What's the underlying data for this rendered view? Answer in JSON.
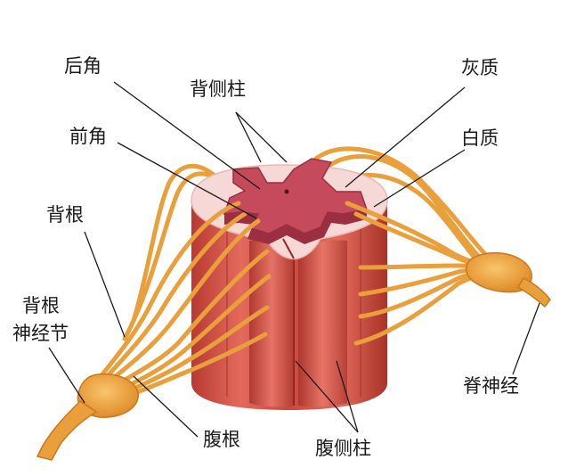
{
  "labels": {
    "posterior_horn": "后角",
    "dorsal_column": "背侧柱",
    "gray_matter": "灰质",
    "anterior_horn": "前角",
    "white_matter": "白质",
    "dorsal_root": "背根",
    "dorsal_root_ganglion_line1": "背根",
    "dorsal_root_ganglion_line2": "神经节",
    "spinal_nerve": "脊神经",
    "ventral_root": "腹根",
    "ventral_column": "腹侧柱"
  },
  "colors": {
    "nerve_fiber": "#e9a03c",
    "nerve_fiber_dark": "#c9781e",
    "white_matter": "#f6d8d6",
    "gray_matter": "#c44a5c",
    "column_red": "#c8483d",
    "leader_line": "#1a1a1a"
  }
}
